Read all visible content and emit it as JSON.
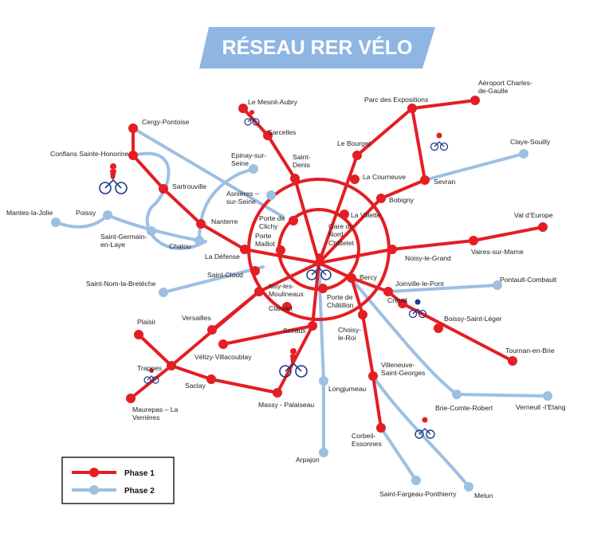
{
  "title": "RÉSEAU RER VÉLO",
  "colors": {
    "phase1": "#e31e24",
    "phase2": "#9dbfe2",
    "title_bg": "#8fb6e3",
    "title_text": "#ffffff"
  },
  "legend": {
    "phase1": "Phase 1",
    "phase2": "Phase 2"
  },
  "stations": {
    "mesnil_aubry": "Le Mesnil-Aubry",
    "sarcelles": "Sarcelles",
    "saint_denis": "Saint-\nDenis",
    "parc_expo": "Parc des Expositions",
    "cdg": "Aéroport Charles-\nde-Gaulle",
    "le_bourget": "Le Bourget",
    "la_courneuve": "La Courneuve",
    "claye_souilly": "Claye-Souilly",
    "sevran": "Sevran",
    "bobigny": "Bobigny",
    "cergy": "Cergy-Pontoise",
    "conflans": "Conflans Sainte-Honorine",
    "epinay": "Epinay-sur-\nSeine",
    "asnieres": "Asnières –\nsur-Seine",
    "sartrouville": "Sartrouville",
    "mantes": "Mantes-la-Jolie",
    "poissy": "Poissy",
    "saint_germain": "Saint-Germain-\nen-Laye",
    "chatou": "Chatou",
    "nanterre": "Nanterre",
    "porte_clichy": "Porte de\nClichy",
    "la_villette": "La Villette",
    "gare_du_nord": "Gare du\nNord",
    "chatelet": "Châtelet",
    "porte_maillot": "Porte\nMaillot",
    "la_defense": "La Défense",
    "val_europe": "Val d’Europe",
    "noisy": "Noisy-le-Grand",
    "vaires": "Vaires-sur-Marne",
    "saint_cloud": "Saint-Cloud",
    "saint_nom": "Saint-Nom-la-Bretèche",
    "issy": "Issy-les-\nMoulineaux",
    "bercy": "Bercy",
    "joinville": "Joinville-le-Pont",
    "pontault": "Pontault-Combault",
    "clamart": "Clamart",
    "porte_chatillon": "Porte de\nChâtillon",
    "creteil": "Créteil",
    "versailles": "Versailles",
    "boissy": "Boissy-Saint-Léger",
    "plaisir": "Plaisir",
    "sceaux": "Sceaux",
    "choisy": "Choisy-\nle-Roi",
    "velizy": "Vélizy-Villacoublay",
    "tournan": "Tournan-en-Brie",
    "trappes": "Trappes",
    "saclay": "Saclay",
    "villeneuve": "Villeneuve-\nSaint-Georges",
    "longjumeau": "Longjumeau",
    "massy": "Massy - Palaiseau",
    "brie_comte": "Brie-Comte-Robert",
    "verneuil": "Verneuil -l’Etang",
    "maurepas": "Maurepas – La\nVerrières",
    "corbeil": "Corbeil-\nEssonnes",
    "arpajon": "Arpajon",
    "saint_fargeau": "Saint-Fargeau-Ponthierry",
    "melun": "Melun"
  }
}
